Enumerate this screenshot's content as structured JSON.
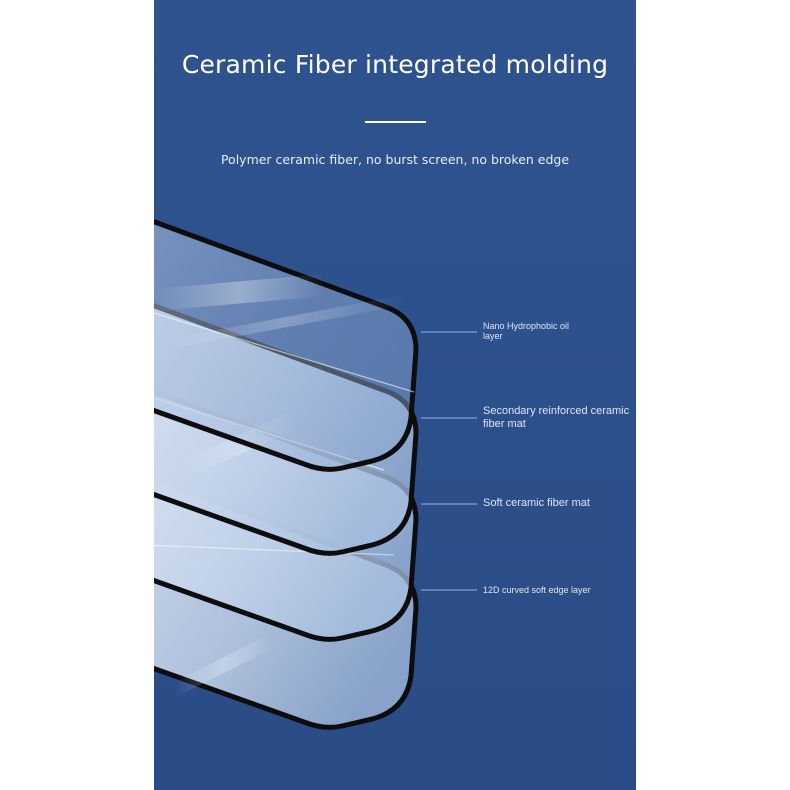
{
  "poster": {
    "title": "Ceramic Fiber integrated molding",
    "subtitle": "Polymer ceramic fiber, no burst screen, no broken edge",
    "background_color": "#2d518d",
    "accent_line_color": "#8fb2f0"
  },
  "layers": [
    {
      "label_line1": "Nano Hydrophobic oil",
      "label_line2": "layer"
    },
    {
      "label_line1": "Secondary reinforced ceramic",
      "label_line2": "fiber mat"
    },
    {
      "label_line1": "Soft ceramic fiber mat",
      "label_line2": ""
    },
    {
      "label_line1": "12D curved soft edge layer",
      "label_line2": ""
    }
  ]
}
